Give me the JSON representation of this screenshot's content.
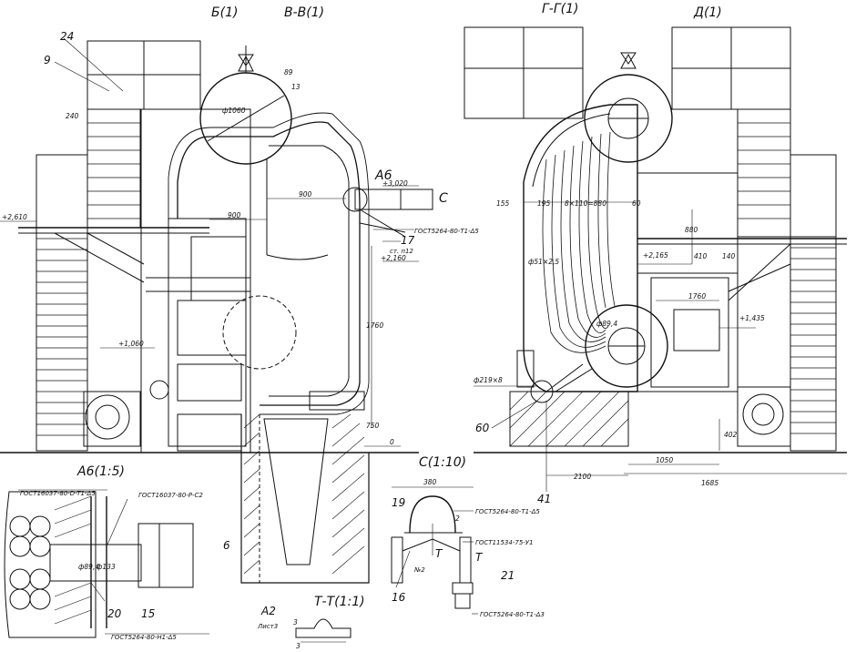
{
  "sections": {
    "b1": "Б(1)",
    "vv1": "В-В(1)",
    "gg1": "Г-Г(1)",
    "d1": "Д(1)",
    "a6_15": "А6(1:5)",
    "c1_10": "С(1:10)",
    "tt1_1": "Т-Т(1:1)",
    "a6": "А6",
    "c": "С"
  },
  "labels": {
    "p24": "24",
    "p9": "9",
    "p6": "6",
    "p17": "17",
    "p19": "19",
    "p16": "16",
    "p20": "20",
    "p15": "15",
    "p21": "21",
    "p41": "41",
    "p60": "60",
    "a2": "А2",
    "list3": "Лист3",
    "st_p12": "ст. п12",
    "no2": "№2",
    "t1": "Т",
    "t2": "Т"
  },
  "notes": {
    "gost_5264_t1_d5": "ГОСТ5264-80-Т1-Δ5",
    "gost_16037_d5": "ГОСТ16037-80-D-T1-Δ5",
    "gost_16037_c2": "ГОСТ16037-80-Р-С2",
    "gost_5264_h1_d5": "ГОСТ5264-80-Н1-Δ5",
    "gost_5264_t1_d5_c": "ГОСТ5264-80-Т1-Δ5",
    "gost_11534": "ГОСТ11534-75-У1",
    "gost_5264_t1_d3": "ГОСТ5264-80-Т1-Δ3"
  },
  "dims": {
    "d900a": "900",
    "d900b": "900",
    "d1760a": "1760",
    "d1760b": "1760",
    "d750": "750",
    "d0": "0",
    "elev_3020": "+3,020",
    "elev_2610": "+2,610",
    "elev_2160": "+2,160",
    "elev_1060": "+1,060",
    "elev_2165": "+2,165",
    "elev_1435": "+1,435",
    "phi1060": "ф1060",
    "d89": "89",
    "d13": "13",
    "d240": "240",
    "d155": "155",
    "d195": "195",
    "d8x110": "8×110=880",
    "d60": "60",
    "d880": "880",
    "d410": "410",
    "d140": "140",
    "phi51": "ф51×2,5",
    "phi89": "ф89,4",
    "phi219": "ф219×8",
    "d1050": "1050",
    "d2100": "2100",
    "d1685": "1685",
    "d402": "402",
    "d380": "380",
    "d2": "2",
    "phi89b": "ф89,4",
    "phi133": "ф133",
    "d3": "3",
    "d3b": "3"
  }
}
